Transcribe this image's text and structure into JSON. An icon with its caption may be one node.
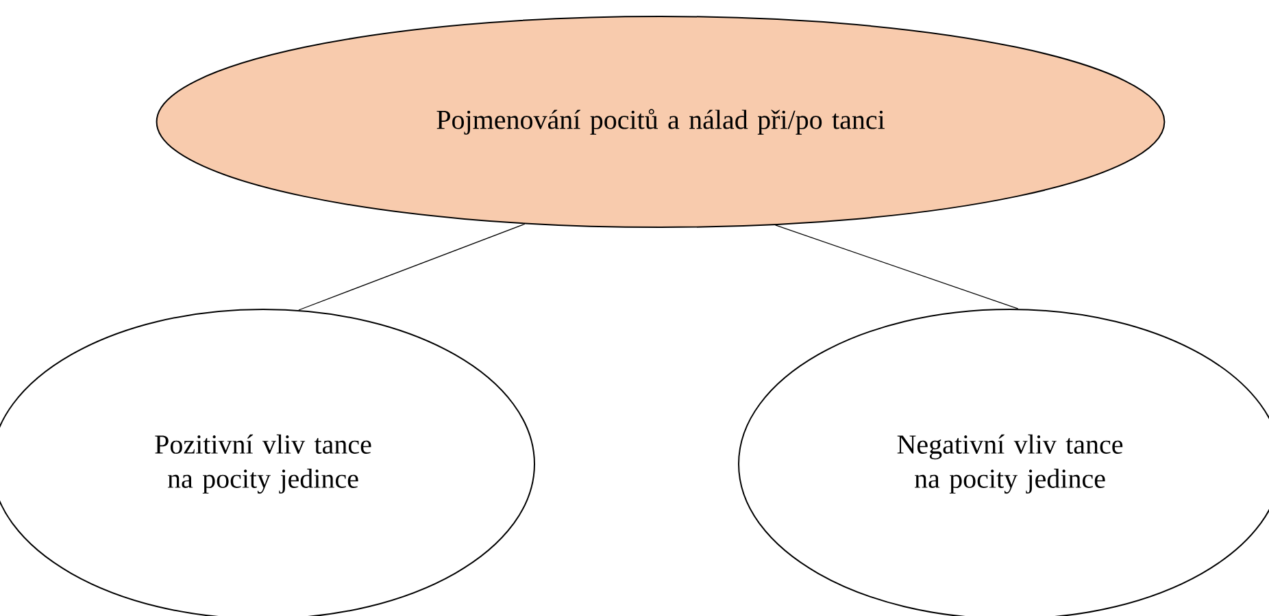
{
  "diagram": {
    "nodes": [
      {
        "text": [
          "Pojmenování pocitů a nálad při/po tanci"
        ]
      },
      {
        "text": [
          "Pozitivní vliv tance na pocity jedince"
        ]
      },
      {
        "text": [
          "Negativní vliv tance na pocity jedince"
        ]
      }
    ],
    "edges": [
      {
        "from": 0,
        "to": 1,
        "arrow": "none"
      },
      {
        "from": 0,
        "to": 2,
        "arrow": "none"
      }
    ]
  }
}
